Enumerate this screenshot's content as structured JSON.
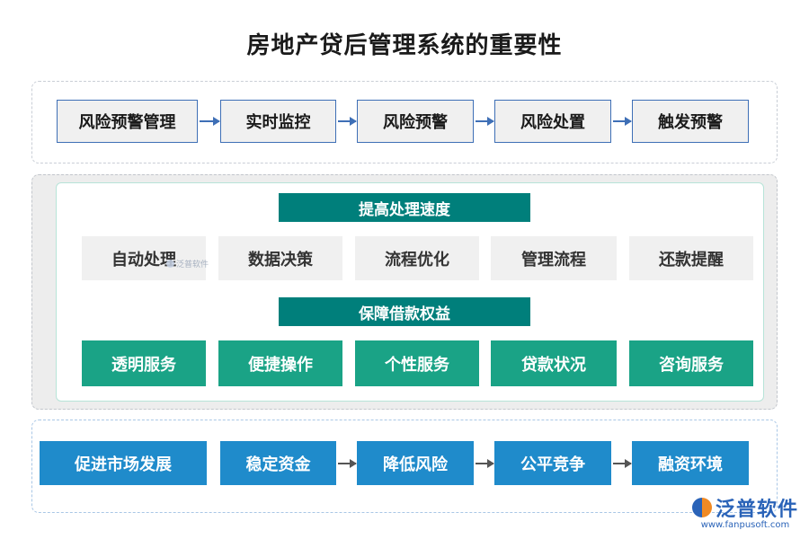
{
  "title": "房地产贷后管理系统的重要性",
  "top_flow": [
    "风险预警管理",
    "实时监控",
    "风险预警",
    "风险处置",
    "触发预警"
  ],
  "middle": {
    "header1": "提高处理速度",
    "row1": [
      "自动处理",
      "数据决策",
      "流程优化",
      "管理流程",
      "还款提醒"
    ],
    "header2": "保障借款权益",
    "row2": [
      "透明服务",
      "便捷操作",
      "个性服务",
      "贷款状况",
      "咨询服务"
    ]
  },
  "bottom_flow": [
    "促进市场发展",
    "稳定资金",
    "降低风险",
    "公平竞争",
    "融资环境"
  ],
  "watermark": "泛普软件",
  "logo": {
    "name": "泛普软件",
    "url": "www.fanpusoft.com"
  },
  "colors": {
    "teal_header": "#007f7b",
    "teal_tile": "#1aa386",
    "blue_tile": "#1f8bcb",
    "flow_border": "#3e6fb6"
  }
}
